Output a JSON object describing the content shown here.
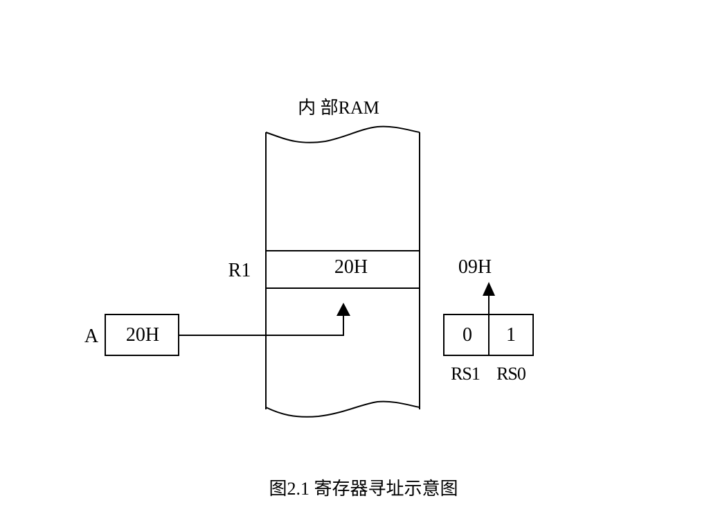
{
  "diagram": {
    "ram_label": "内 部RAM",
    "register_label": "R1",
    "memory_cell_value": "20H",
    "register_a_label": "A",
    "register_a_value": "20H",
    "bank_address": "09H",
    "rs1_bit": "0",
    "rs0_bit": "1",
    "rs1_label": "RS1",
    "rs0_label": "RS0",
    "caption": "图2.1  寄存器寻址示意图"
  },
  "colors": {
    "stroke": "#000000",
    "background": "#ffffff"
  }
}
